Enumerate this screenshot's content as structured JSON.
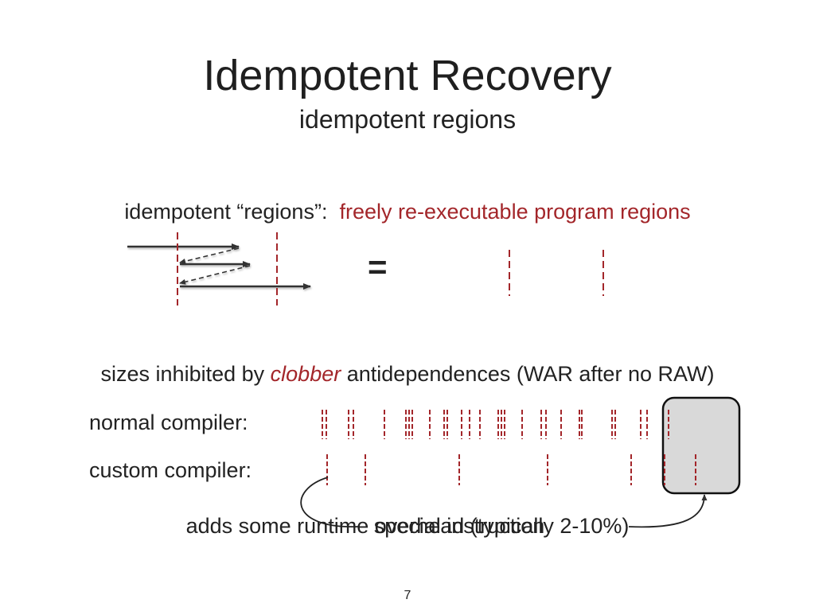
{
  "slide": {
    "title": "Idempotent Recovery",
    "subtitle": "idempotent regions",
    "regions_intro": "idempotent “regions”:",
    "regions_def": "freely re-executable program regions",
    "equals_sign": "=",
    "sizes_prefix": "sizes inhibited by",
    "sizes_keyword": "clobber",
    "sizes_suffix": "antidependences (WAR after no RAW)",
    "normal_label": "normal compiler:",
    "custom_label": "custom compiler:",
    "overhead_text": "adds some runtime overhead (typically 2-10%)",
    "special_text": "special instruction",
    "page_number": "7"
  },
  "colors": {
    "accent_red": "#a3262a",
    "arrow": "#333333",
    "highlight_fill": "#d9d9d9"
  }
}
